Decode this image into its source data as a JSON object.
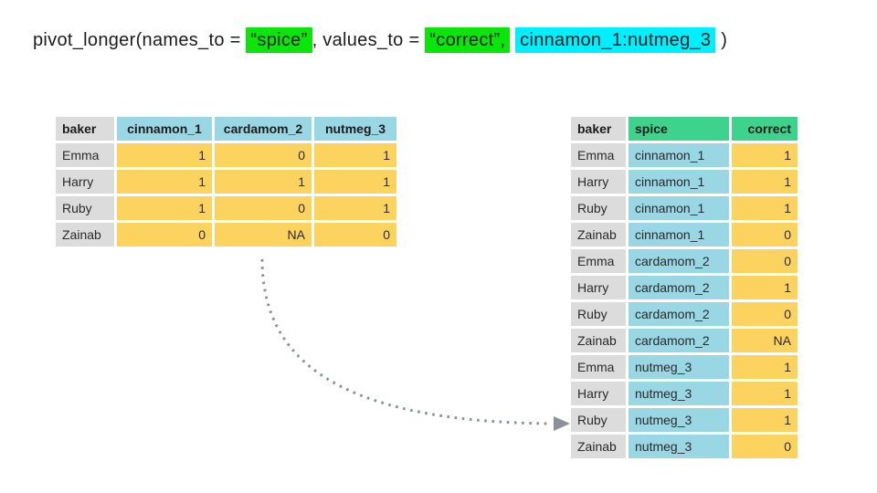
{
  "code": {
    "prefix": "pivot_longer(names_to = ",
    "names_to_value": "“spice”",
    "middle": ", values_to = ",
    "values_to_value": "“correct”,",
    "spacer": " ",
    "cols_range": "cinnamon_1:nutmeg_3",
    "suffix": " )"
  },
  "colors": {
    "highlight_green": "#0ae60a",
    "highlight_cyan": "#00eeff",
    "table_header_gray": "#dcdcdc",
    "table_header_cyan": "#9ad7e4",
    "table_header_green": "#3ed38c",
    "cell_yellow": "#fcd35e",
    "cell_cyan": "#9ad7e4",
    "cell_gray": "#dcdcdc",
    "arrow_gray": "#8a9199"
  },
  "wide_table": {
    "columns": [
      "baker",
      "cinnamon_1",
      "cardamom_2",
      "nutmeg_3"
    ],
    "rows": [
      [
        "Emma",
        "1",
        "0",
        "1"
      ],
      [
        "Harry",
        "1",
        "1",
        "1"
      ],
      [
        "Ruby",
        "1",
        "0",
        "1"
      ],
      [
        "Zainab",
        "0",
        "NA",
        "0"
      ]
    ]
  },
  "long_table": {
    "columns": [
      "baker",
      "spice",
      "correct"
    ],
    "rows": [
      [
        "Emma",
        "cinnamon_1",
        "1"
      ],
      [
        "Harry",
        "cinnamon_1",
        "1"
      ],
      [
        "Ruby",
        "cinnamon_1",
        "1"
      ],
      [
        "Zainab",
        "cinnamon_1",
        "0"
      ],
      [
        "Emma",
        "cardamom_2",
        "0"
      ],
      [
        "Harry",
        "cardamom_2",
        "1"
      ],
      [
        "Ruby",
        "cardamom_2",
        "0"
      ],
      [
        "Zainab",
        "cardamom_2",
        "NA"
      ],
      [
        "Emma",
        "nutmeg_3",
        "1"
      ],
      [
        "Harry",
        "nutmeg_3",
        "1"
      ],
      [
        "Ruby",
        "nutmeg_3",
        "1"
      ],
      [
        "Zainab",
        "nutmeg_3",
        "0"
      ]
    ]
  }
}
